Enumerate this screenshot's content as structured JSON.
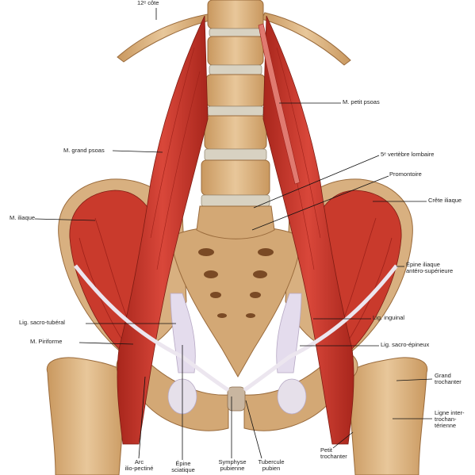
{
  "labels": {
    "cote12": "12ᵉ côte",
    "petit_psoas": "M. petit psoas",
    "grand_psoas": "M. grand psoas",
    "vertebre5": "5ᵉ vertèbre lombaire",
    "promontoire": "Promontoire",
    "iliaque": "M. iliaque",
    "crete": "Crête iliaque",
    "epine": [
      "Épine iliaque",
      "antéro-supérieure"
    ],
    "sacro_tuberal": "Lig. sacro-tubéral",
    "inguinal": "Lig. inguinal",
    "piriforme": "M. Piriforme",
    "sacro_epineux": "Lig. sacro-épineux",
    "grand_troch": [
      "Grand",
      "trochanter"
    ],
    "ligne_inter": [
      "Ligne inter-",
      "trochan-",
      "térienne"
    ],
    "petit_troch": [
      "Petit",
      "trochanter"
    ],
    "arc": [
      "Arc",
      "ilio-pectiné"
    ],
    "epine_sciatique": [
      "Épine",
      "sciatique"
    ],
    "symphyse": [
      "Symphyse",
      "pubienne"
    ],
    "tubercule": [
      "Tubercule",
      "pubien"
    ]
  },
  "colors": {
    "bone": "#d9b58a",
    "bone_dark": "#b88b5c",
    "muscle": "#c8352a",
    "muscle_dark": "#9e2119",
    "disc": "#d7d2c2",
    "ligament": "#e8e2ec"
  }
}
